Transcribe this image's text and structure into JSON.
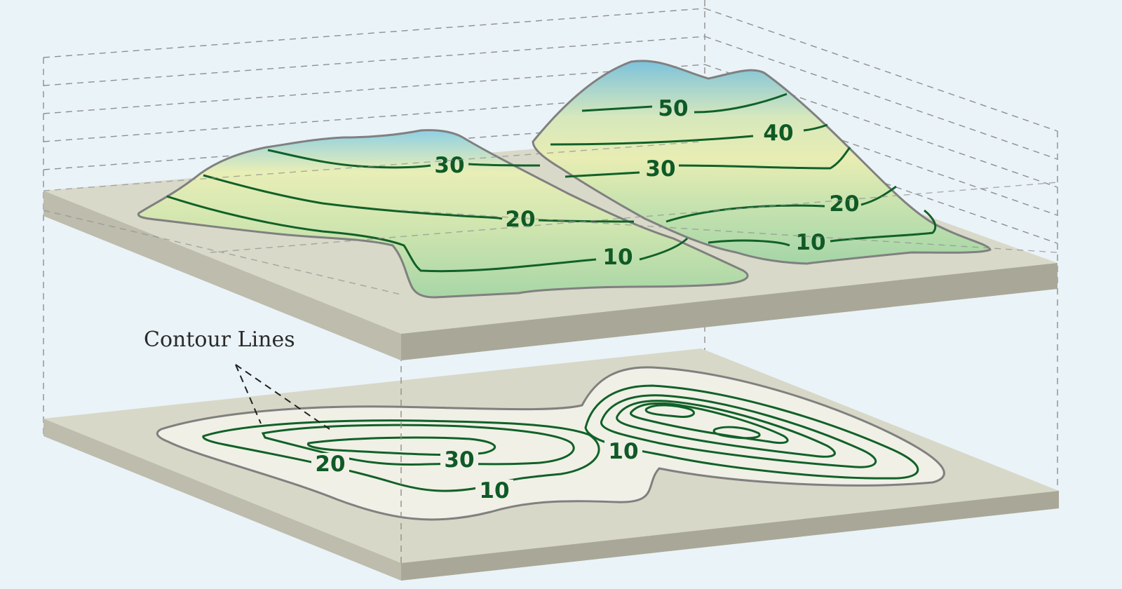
{
  "callout": {
    "text": "Contour Lines"
  },
  "relief_labels": {
    "left_hill": [
      "30",
      "20",
      "10"
    ],
    "right_hill": [
      "50",
      "40",
      "30",
      "20",
      "10"
    ]
  },
  "map_labels": {
    "left_hill": [
      "30",
      "20",
      "10"
    ],
    "right_hill": [
      "10"
    ]
  },
  "colors": {
    "background": "#eaf3f8",
    "contour": "#116128",
    "slab_top": "#d8d8c8",
    "slab_edge": "#a9a898",
    "hill_low": "#a9d6a8",
    "hill_mid": "#e9ecb2",
    "hill_peak": "#7fc4dc"
  }
}
